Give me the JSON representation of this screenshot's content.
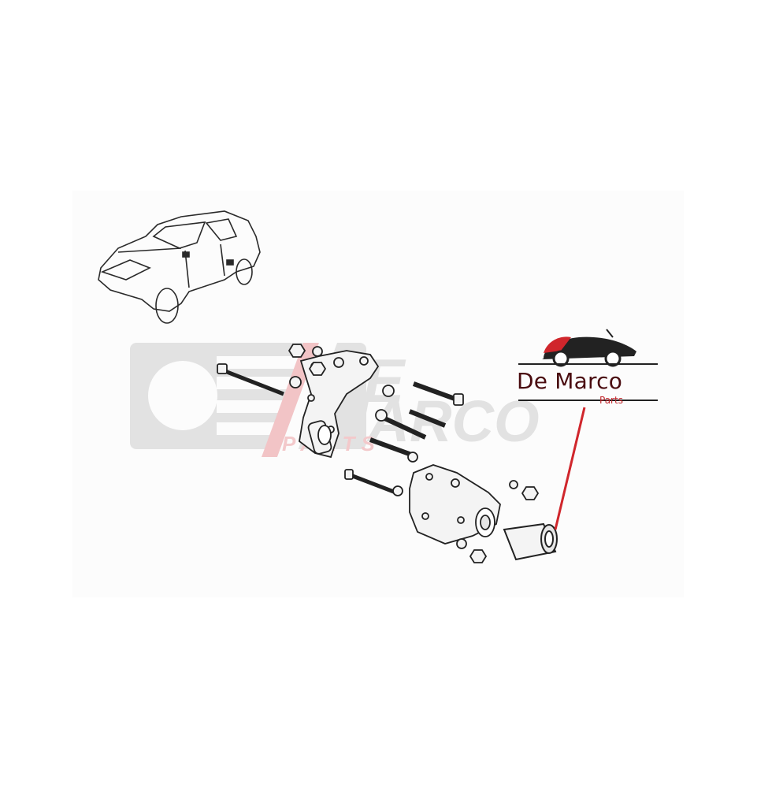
{
  "image": {
    "kind": "product-exploded-diagram",
    "subject": "Rear suspension arm mounting bracket with bushing (Renault 4 style)",
    "background": "#ffffff"
  },
  "brand_logo": {
    "title": "De Marco",
    "subtitle": "Parts",
    "title_color": "#4a0c10",
    "accent_color": "#d0262c"
  },
  "watermark": {
    "text": "DE MARCO",
    "subtext": "PARTS",
    "color": "#dcdcdc",
    "accent_color": "#f2c4c6"
  },
  "callout": {
    "target": "bushing",
    "line_color": "#d0262c"
  },
  "components": [
    {
      "name": "vehicle-illustration"
    },
    {
      "name": "upper-bracket"
    },
    {
      "name": "lower-bracket"
    },
    {
      "name": "bushing"
    },
    {
      "name": "bolts",
      "count": 5
    },
    {
      "name": "nuts",
      "count": 4
    },
    {
      "name": "washers",
      "count": 7
    }
  ]
}
